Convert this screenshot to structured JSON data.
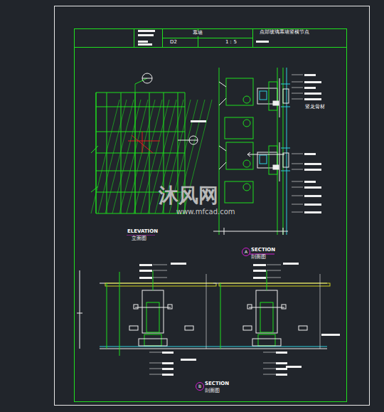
{
  "diagram": {
    "title": "点部玻璃幕墙竖横节点",
    "nodes": [
      {
        "text": [
          "A"
        ]
      },
      {
        "text": [
          "B"
        ]
      }
    ],
    "labels": [
      "幕墙",
      "D2",
      "1：5",
      "ELEVATION",
      "立面图",
      "SECTION",
      "剖面图",
      "SECTION",
      "剖面图",
      "竖龙骨材",
      "沐风网",
      "www.mfcad.com"
    ]
  }
}
